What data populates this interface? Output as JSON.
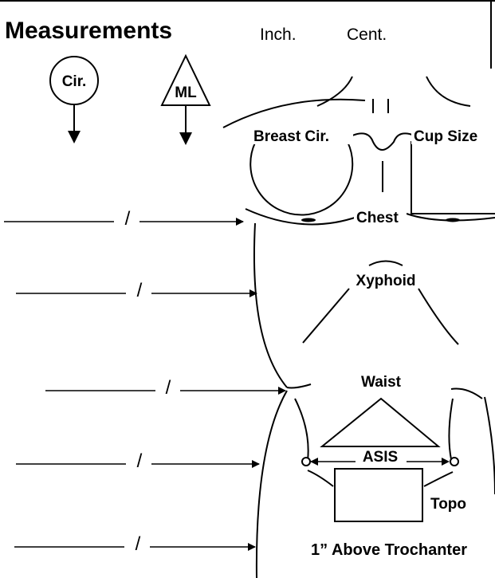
{
  "header": {
    "title": "Measurements",
    "unit_inch": "Inch.",
    "unit_cent": "Cent."
  },
  "legend": {
    "circle_label": "Cir.",
    "triangle_label": "ML"
  },
  "body_labels": {
    "breast_cir": "Breast Cir.",
    "cup_size": "Cup Size",
    "chest": "Chest",
    "xyphoid": "Xyphoid",
    "waist": "Waist",
    "asis": "ASIS",
    "topo": "Topo",
    "trochanter": "1” Above Trochanter"
  },
  "entry_separator": "/",
  "entry_rows": [
    "Chest",
    "Xyphoid",
    "Waist",
    "ASIS",
    "1” Above Trochanter"
  ]
}
